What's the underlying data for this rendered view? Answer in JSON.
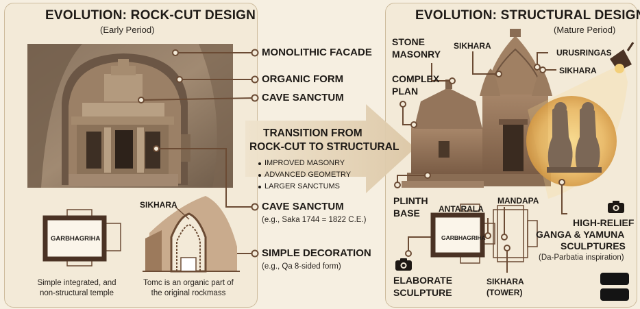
{
  "left": {
    "title": "EVOLUTION: ROCK-CUT DESIGN",
    "subtitle": "(Early Period)",
    "callouts": {
      "monolithic": "MONOLITHIC FACADE",
      "organic": "ORGANIC FORM",
      "cave1": "CAVE SANCTUM",
      "cave2": "CAVE SANCTUM",
      "cave2_note": "(e.g., Saka 1744 = 1822 C.E.)",
      "simple": "SIMPLE DECORATION",
      "simple_note": "(e.g., Qa 8-sided form)"
    },
    "plan": {
      "label": "GARBHAGRIHA",
      "caption": "Simple integrated, and non-structural temple"
    },
    "section": {
      "label": "SIKHARA",
      "caption": "Tomc is an organic part of the original rockmass"
    }
  },
  "transition": {
    "title_line1": "TRANSITION FROM",
    "title_line2": "ROCK-CUT TO STRUCTURAL",
    "bullets": [
      "IMPROVED MASONRY",
      "ADVANCED GEOMETRY",
      "LARGER SANCTUMS"
    ]
  },
  "right": {
    "title": "EVOLUTION: STRUCTURAL DESIGN",
    "subtitle": "(Mature Period)",
    "callouts": {
      "stone1": "STONE",
      "stone2": "MASONRY",
      "sikhara_top": "SIKHARA",
      "urusringas": "URUSRINGAS",
      "sikhara_right": "SIKHARA",
      "complex1": "COMPLEX",
      "complex2": "PLAN",
      "plinth1": "PLINTH",
      "plinth2": "BASE",
      "antarala": "ANTARALA",
      "mandapa": "MANDAPA",
      "garbhagriha": "GARBHAGRIHA",
      "high1": "HIGH-RELIEF",
      "high2": "GANGA & YAMUNA",
      "high3": "SCULPTURES",
      "high_note": "(Da-Parbatia inspiration)",
      "elab1": "ELABORATE",
      "elab2": "SCULPTURE",
      "sik1": "SIKHARA",
      "sik2": "(TOWER)"
    }
  },
  "colors": {
    "accent": "#6b4b34",
    "panel": "#f3ead8",
    "stone": "#9c7a5c"
  },
  "icons": [
    "camera-icon",
    "spotlight-icon",
    "menu-icon"
  ]
}
